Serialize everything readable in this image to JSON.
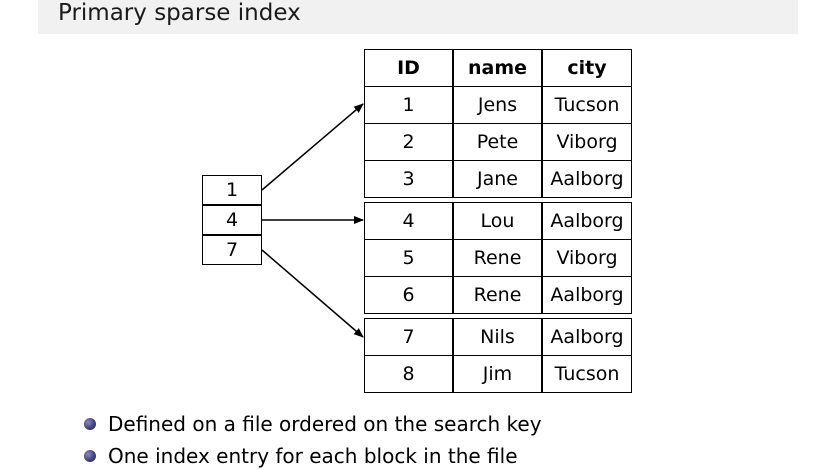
{
  "title": "Primary sparse index",
  "table": {
    "headers": [
      "ID",
      "name",
      "city"
    ],
    "blocks": [
      [
        [
          "1",
          "Jens",
          "Tucson"
        ],
        [
          "2",
          "Pete",
          "Viborg"
        ],
        [
          "3",
          "Jane",
          "Aalborg"
        ]
      ],
      [
        [
          "4",
          "Lou",
          "Aalborg"
        ],
        [
          "5",
          "Rene",
          "Viborg"
        ],
        [
          "6",
          "Rene",
          "Aalborg"
        ]
      ],
      [
        [
          "7",
          "Nils",
          "Aalborg"
        ],
        [
          "8",
          "Jim",
          "Tucson"
        ]
      ]
    ]
  },
  "index": [
    "1",
    "4",
    "7"
  ],
  "bullets": [
    "Defined on a file ordered on the search key",
    "One index entry for each block in the file"
  ]
}
